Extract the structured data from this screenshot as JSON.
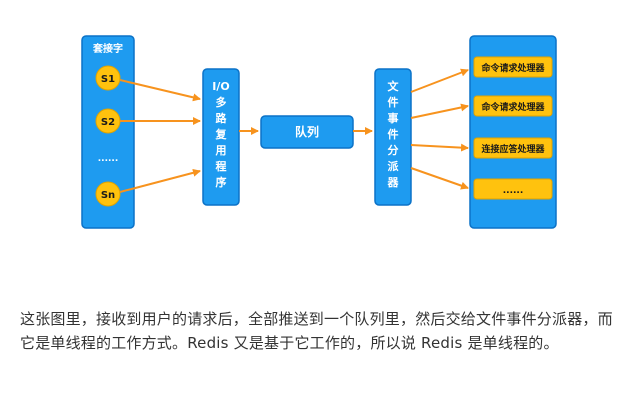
{
  "diagram": {
    "socket_group": {
      "title": "套接字",
      "sockets": [
        "S1",
        "S2",
        "......",
        "Sn"
      ]
    },
    "io_multiplexer": {
      "label": [
        "I/O",
        "多",
        "路",
        "复",
        "用",
        "程",
        "序"
      ]
    },
    "queue": {
      "label": "队列"
    },
    "dispatcher": {
      "label": [
        "文",
        "件",
        "事",
        "件",
        "分",
        "派",
        "器"
      ]
    },
    "handlers": [
      {
        "label": "命令请求处理器"
      },
      {
        "label": "命令请求处理器"
      },
      {
        "label": "连接应答处理器"
      },
      {
        "label": "......"
      }
    ],
    "colors": {
      "box": "#1e9bf0",
      "box_border": "#0b72c7",
      "node": "#ffc20e",
      "node_border": "#e0a300",
      "arrow": "#f7931e"
    }
  },
  "caption": "这张图里，接收到用户的请求后，全部推送到一个队列里，然后交给文件事件分派器，而它是单线程的工作方式。Redis 又是基于它工作的，所以说 Redis 是单线程的。"
}
